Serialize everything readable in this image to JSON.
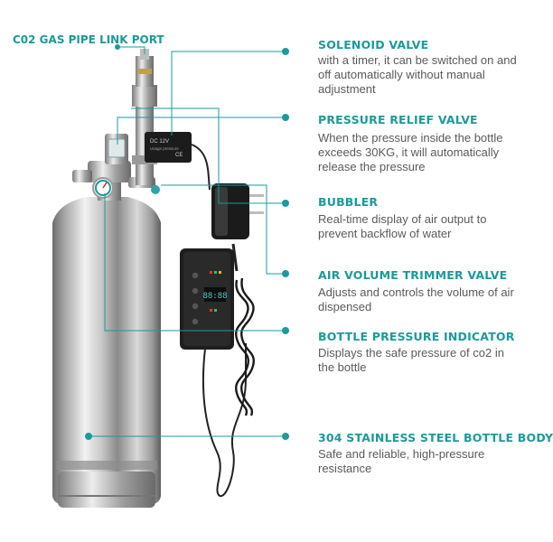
{
  "port_label": "C02 GAS PIPE LINK PORT",
  "accent_color": "#1a9b9a",
  "features": [
    {
      "title": "SOLENOID VALVE",
      "desc": "with a timer, it can be switched on and off automatically without manual adjustment"
    },
    {
      "title": "PRESSURE RELIEF VALVE",
      "desc": "When the pressure inside the bottle exceeds 30KG, it will automatically release the pressure"
    },
    {
      "title": "BUBBLER",
      "desc": "Real-time display of air output to prevent backflow of water"
    },
    {
      "title": "AIR VOLUME TRIMMER VALVE",
      "desc": "Adjusts and controls the volume of air dispensed"
    },
    {
      "title": "BOTTLE PRESSURE INDICATOR",
      "desc": "Displays the safe pressure of co2 in the bottle"
    },
    {
      "title": "304 STAINLESS STEEL BOTTLE BODY",
      "desc": "Safe and reliable, high-pressure resistance"
    }
  ],
  "solenoid_text": {
    "line1": "DC 12V",
    "line2": "Usage pressure",
    "line3": "CE"
  },
  "timer_display": "88:88"
}
